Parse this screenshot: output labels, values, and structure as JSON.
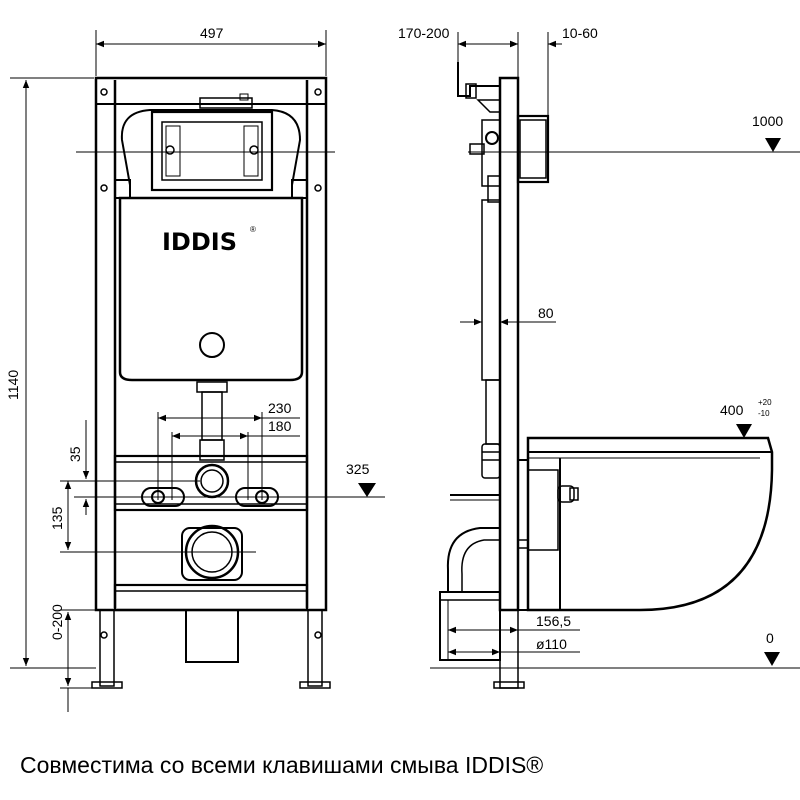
{
  "dimensions": {
    "width_497": "497",
    "depth_170_200": "170-200",
    "offset_10_60": "10-60",
    "level_1000": "1000",
    "height_1140": "1140",
    "frame_80": "80",
    "spacing_230": "230",
    "spacing_180": "180",
    "drop_35": "35",
    "level_325": "325",
    "span_135": "135",
    "level_400": "400",
    "tol_plus": "+20",
    "tol_minus": "-10",
    "adjust_0_200": "0-200",
    "pipe_156_5": "156,5",
    "pipe_d110": "ø110",
    "level_0": "0"
  },
  "logo_text": "IDDIS",
  "logo_mark": "®",
  "caption": "Совместима со всеми клавишами смыва IDDIS®"
}
